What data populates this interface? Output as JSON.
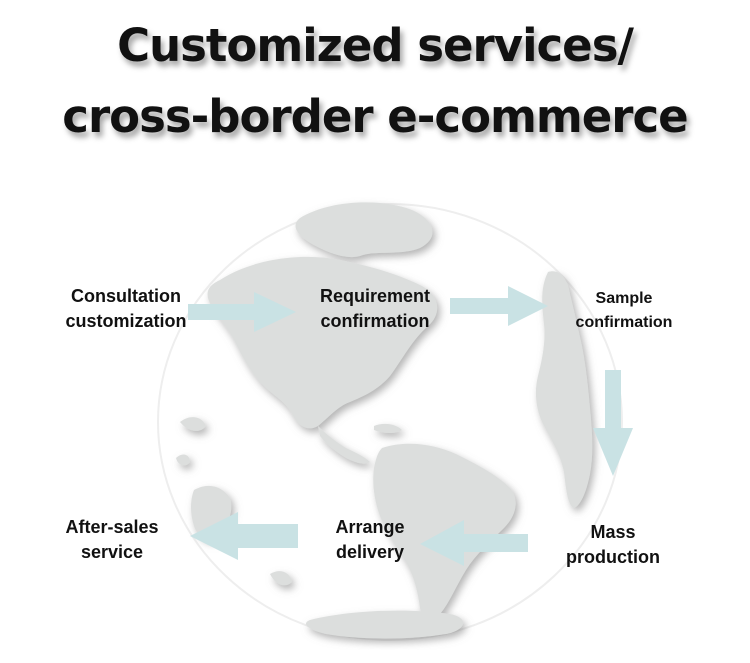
{
  "title": {
    "line1": "Customized services/",
    "line2": "cross-border e-commerce"
  },
  "steps": {
    "consultation": {
      "line1": "Consultation",
      "line2": "customization"
    },
    "requirement": {
      "line1": "Requirement",
      "line2": "confirmation"
    },
    "sample": {
      "line1": "Sample",
      "line2": "confirmation"
    },
    "mass": {
      "line1": "Mass",
      "line2": "production"
    },
    "arrange": {
      "line1": "Arrange",
      "line2": "delivery"
    },
    "aftersales": {
      "line1": "After-sales",
      "line2": "service"
    }
  },
  "colors": {
    "arrow": "#c9e2e4",
    "globe_land": "#dcdedd",
    "globe_shadow": "#b8bab9",
    "text": "#111111"
  },
  "icons": [
    "globe-illustration",
    "flow-arrow"
  ]
}
